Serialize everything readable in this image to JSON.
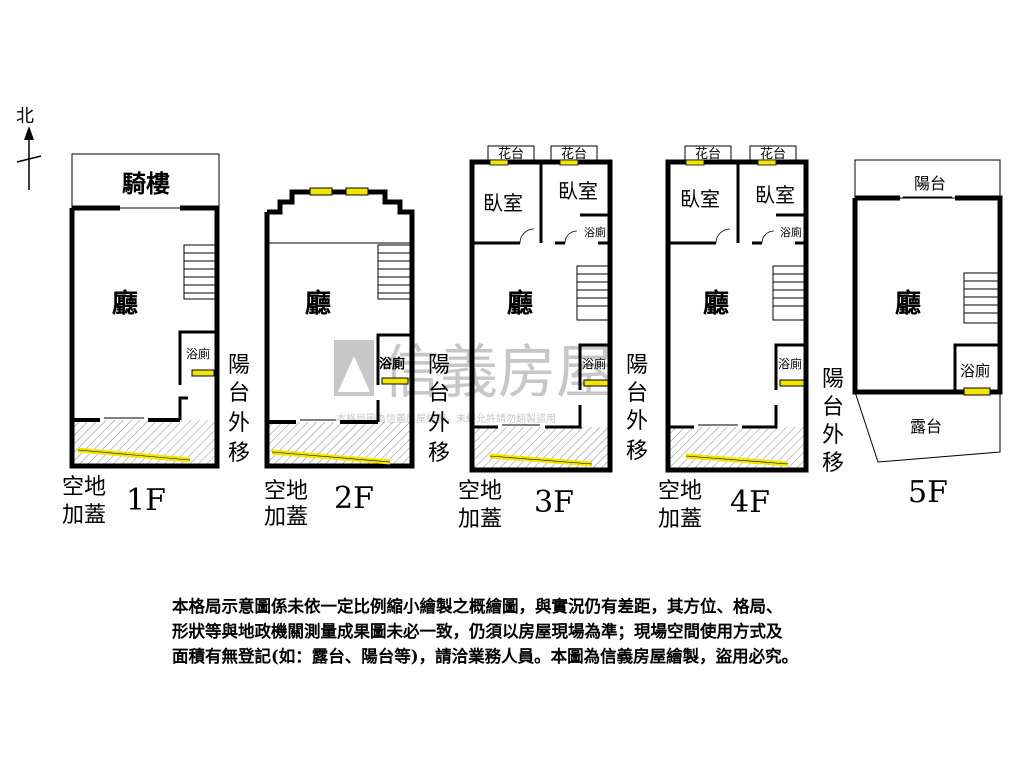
{
  "compass": {
    "north_label": "北"
  },
  "floors": [
    {
      "level": "1F",
      "rooms": {
        "hall": "廳",
        "arcade": "騎樓",
        "bath": "浴廁"
      },
      "notes": {
        "balcony_shift": [
          "陽",
          "台",
          "外",
          "移"
        ],
        "open_space": [
          "空地",
          "加蓋"
        ]
      }
    },
    {
      "level": "2F",
      "rooms": {
        "hall": "廳",
        "bath": "浴廁"
      },
      "notes": {
        "balcony_shift": [
          "陽",
          "台",
          "外",
          "移"
        ],
        "open_space": [
          "空地",
          "加蓋"
        ]
      }
    },
    {
      "level": "3F",
      "rooms": {
        "hall": "廳",
        "bedroom_a": "臥室",
        "bedroom_b": "臥室",
        "planter_a": "花台",
        "planter_b": "花台",
        "bath_a": "浴廁",
        "bath_b": "浴廁"
      },
      "notes": {
        "balcony_shift": [
          "陽",
          "台",
          "外",
          "移"
        ],
        "open_space": [
          "空地",
          "加蓋"
        ]
      }
    },
    {
      "level": "4F",
      "rooms": {
        "hall": "廳",
        "bedroom_a": "臥室",
        "bedroom_b": "臥室",
        "planter_a": "花台",
        "planter_b": "花台",
        "bath_a": "浴廁",
        "bath_b": "浴廁"
      },
      "notes": {
        "balcony_shift": [
          "陽",
          "台",
          "外",
          "移"
        ],
        "open_space": [
          "空地",
          "加蓋"
        ]
      }
    },
    {
      "level": "5F",
      "rooms": {
        "hall": "廳",
        "balcony": "陽台",
        "bath": "浴廁",
        "terrace": "露台"
      }
    }
  ],
  "watermark": {
    "brand": "信義房屋",
    "fine_print": "本格局圖為信義房屋繪製，未經允許請勿翻製盜用"
  },
  "disclaimer": [
    "本格局示意圖係未依一定比例縮小繪製之概繪圖，與實況仍有差距，其方位、格局、",
    "形狀等與地政機關測量成果圖未必一致，仍須以房屋現場為準；現場空間使用方式及",
    "面積有無登記(如：露台、陽台等)，請洽業務人員。本圖為信義房屋繪製，盜用必究。"
  ],
  "colors": {
    "wall": "#000000",
    "window": "#f2e600",
    "hatch": "#999999",
    "watermark": "#9a9a9a"
  }
}
